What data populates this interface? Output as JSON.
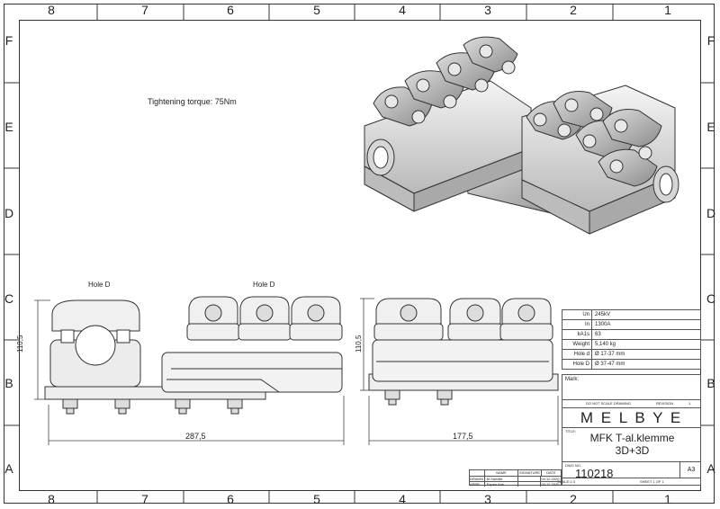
{
  "zones": {
    "columns": [
      "8",
      "7",
      "6",
      "5",
      "4",
      "3",
      "2",
      "1"
    ],
    "rows": [
      "F",
      "E",
      "D",
      "C",
      "B",
      "A"
    ]
  },
  "note": "Tightening torque: 75Nm",
  "front_view": {
    "hole_label_left": "Hole D",
    "hole_label_right": "Hole D",
    "height_dim": "110,5",
    "length_dim": "287,5"
  },
  "side_view": {
    "height_dim": "110,5",
    "length_dim": "177,5"
  },
  "specs": [
    {
      "key": "Un",
      "value": "245kV"
    },
    {
      "key": "In",
      "value": "1300A"
    },
    {
      "key": "kA1s",
      "value": "63"
    },
    {
      "key": "Weight",
      "value": "5,140 kg"
    },
    {
      "key": "Hole d",
      "value": "Ø 17-37 mm"
    },
    {
      "key": "Hole D",
      "value": "Ø 37-47 mm"
    }
  ],
  "title_block": {
    "mark_label": "Mark:",
    "notice": "DO NOT SCALE DRAWING",
    "revision_label": "REVISION",
    "revision_value": "1",
    "brand": "M E L B Y E",
    "title_label": "TITLE:",
    "title_line1": "MFK T-al.klemme",
    "title_line2": "3D+3D",
    "dwg_label": "DWG NO.",
    "dwg_no": "110218",
    "size": "A3",
    "scale": "SCALE:1:3",
    "sheet": "SHEET 1 OF 1",
    "sign_headers": [
      "NAME",
      "SIGNATURE",
      "DATE"
    ],
    "sign_rows": [
      {
        "role": "DRAWN",
        "name": "M.Sandlie",
        "date": "04.12.2020"
      },
      {
        "role": "APPR.",
        "name": "Espen Aas",
        "date": "04.12.2020"
      }
    ]
  }
}
